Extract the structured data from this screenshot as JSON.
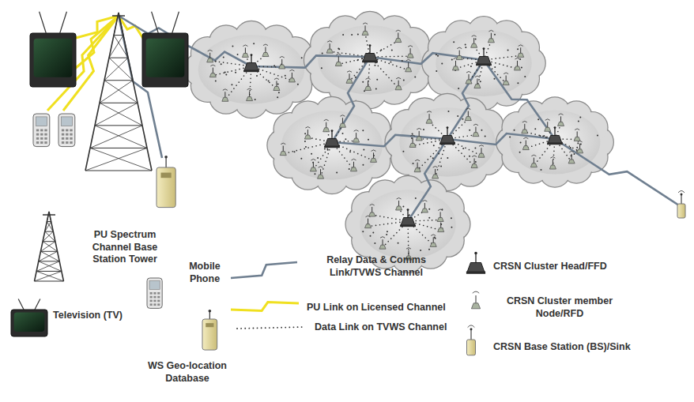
{
  "diagram": {
    "legend": [
      {
        "text": "PU Spectrum Channel Base Station Tower"
      },
      {
        "text": "Television (TV)"
      },
      {
        "text": "Mobile Phone"
      },
      {
        "text": "WS Geo-location Database"
      },
      {
        "text": "Relay Data & Comms Link/TVWS Channel"
      },
      {
        "text": "PU Link on Licensed Channel"
      },
      {
        "text": "Data Link on TVWS Channel"
      },
      {
        "text": "CRSN Cluster Head/FFD"
      },
      {
        "text": "CRSN Cluster member Node/RFD"
      },
      {
        "text": "CRSN Base Station (BS)/Sink"
      }
    ]
  }
}
